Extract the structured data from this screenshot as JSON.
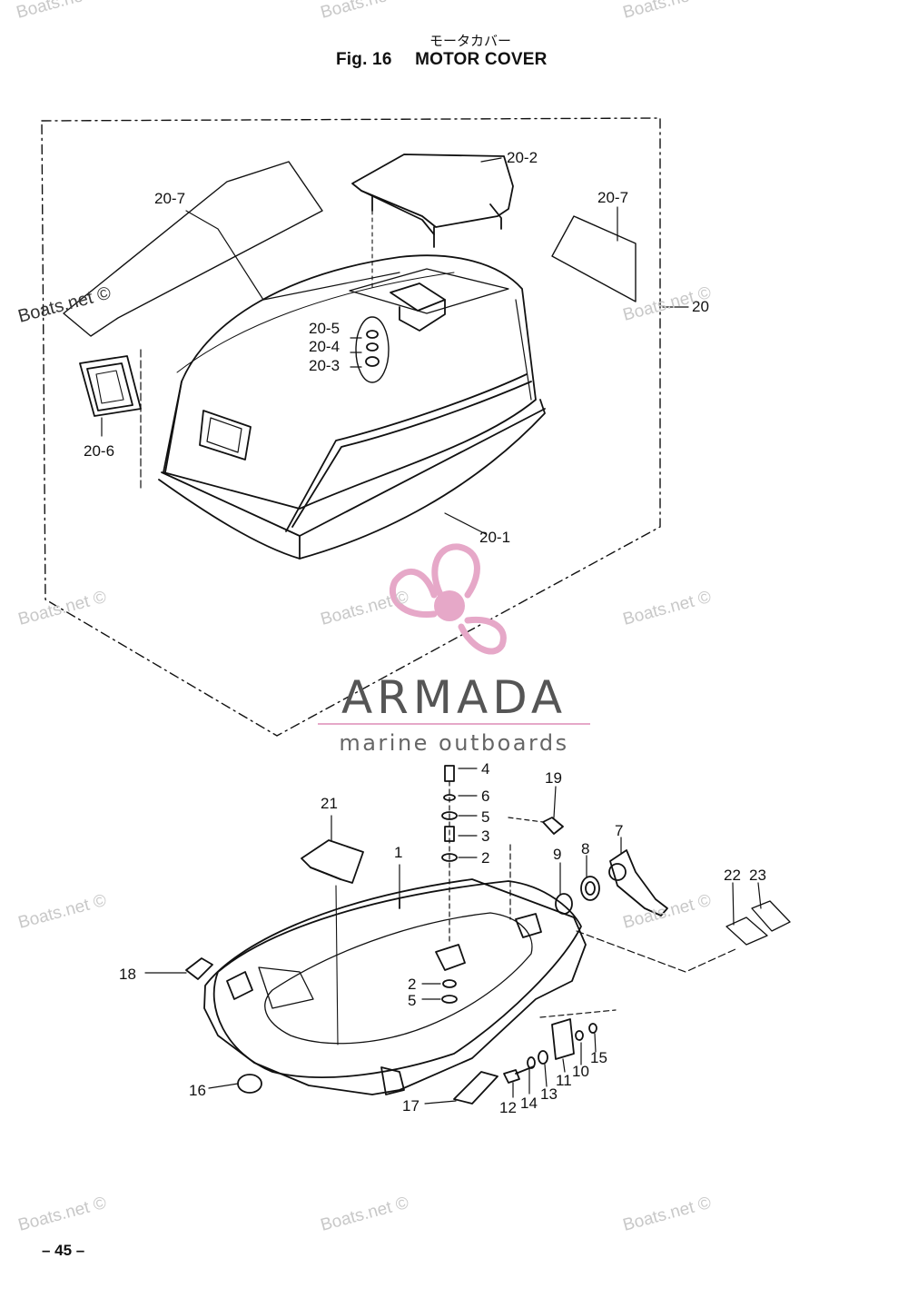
{
  "header": {
    "title_jp": "モータカバー",
    "fig_label": "Fig. 16",
    "title_en": "MOTOR COVER"
  },
  "labels": [
    {
      "id": "20-2",
      "text": "20-2"
    },
    {
      "id": "20-7a",
      "text": "20-7"
    },
    {
      "id": "20-7b",
      "text": "20-7"
    },
    {
      "id": "20",
      "text": "20"
    },
    {
      "id": "20-5",
      "text": "20-5"
    },
    {
      "id": "20-4",
      "text": "20-4"
    },
    {
      "id": "20-3",
      "text": "20-3"
    },
    {
      "id": "20-6",
      "text": "20-6"
    },
    {
      "id": "20-1",
      "text": "20-1"
    },
    {
      "id": "4",
      "text": "4"
    },
    {
      "id": "6",
      "text": "6"
    },
    {
      "id": "5a",
      "text": "5"
    },
    {
      "id": "3",
      "text": "3"
    },
    {
      "id": "2a",
      "text": "2"
    },
    {
      "id": "19",
      "text": "19"
    },
    {
      "id": "21",
      "text": "21"
    },
    {
      "id": "1",
      "text": "1"
    },
    {
      "id": "9",
      "text": "9"
    },
    {
      "id": "8",
      "text": "8"
    },
    {
      "id": "7",
      "text": "7"
    },
    {
      "id": "22",
      "text": "22"
    },
    {
      "id": "23",
      "text": "23"
    },
    {
      "id": "18",
      "text": "18"
    },
    {
      "id": "2b",
      "text": "2"
    },
    {
      "id": "5b",
      "text": "5"
    },
    {
      "id": "16",
      "text": "16"
    },
    {
      "id": "17",
      "text": "17"
    },
    {
      "id": "12",
      "text": "12"
    },
    {
      "id": "14",
      "text": "14"
    },
    {
      "id": "13",
      "text": "13"
    },
    {
      "id": "11",
      "text": "11"
    },
    {
      "id": "10",
      "text": "10"
    },
    {
      "id": "15",
      "text": "15"
    }
  ],
  "watermark": {
    "text": "Boats.net ©"
  },
  "brand": {
    "name": "ARMADA",
    "tagline": "marine outboards",
    "accent_color": "#e6a8c8",
    "text_color": "#555555"
  },
  "footer": {
    "page_number": "– 45 –"
  }
}
